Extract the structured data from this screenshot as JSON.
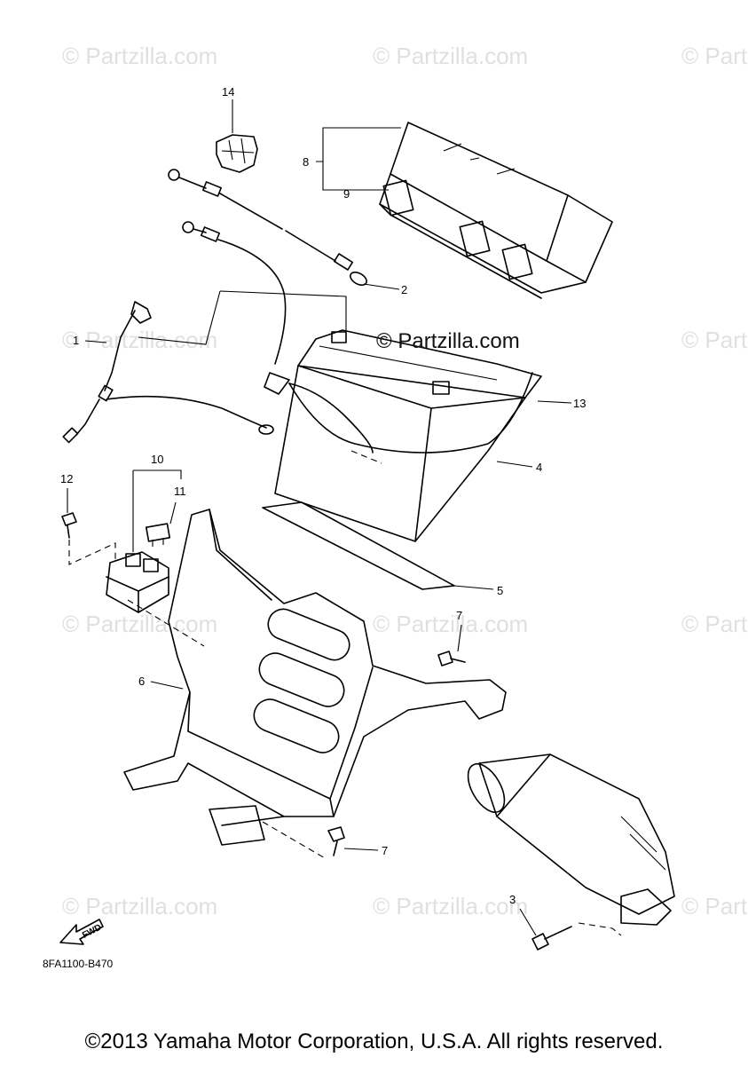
{
  "watermark": "© Partzilla.com",
  "callouts": {
    "c1": "1",
    "c2": "2",
    "c3": "3",
    "c4": "4",
    "c5": "5",
    "c6": "6",
    "c7a": "7",
    "c7b": "7",
    "c8": "8",
    "c9": "9",
    "c10": "10",
    "c11": "11",
    "c12": "12",
    "c13": "13",
    "c14": "14"
  },
  "fwd_label": "FWD",
  "diagram_code": "8FA1100-B470",
  "copyright": "©2013 Yamaha Motor Corporation, U.S.A. All rights reserved."
}
